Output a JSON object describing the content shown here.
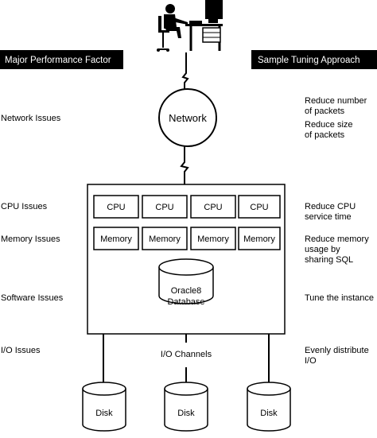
{
  "headers": {
    "left": "Major Performance Factor",
    "right": "Sample Tuning Approach"
  },
  "left_issues": [
    "Network Issues",
    "CPU Issues",
    "Memory Issues",
    "Software Issues",
    "I/O Issues"
  ],
  "right_approaches": {
    "network_1": [
      "Reduce number",
      "of packets"
    ],
    "network_2": [
      "Reduce size",
      "of packets"
    ],
    "cpu": [
      "Reduce CPU",
      "service time"
    ],
    "memory": [
      "Reduce memory",
      "usage by",
      "sharing SQL"
    ],
    "software": [
      "Tune the instance"
    ],
    "io": [
      "Evenly distribute",
      "I/O"
    ]
  },
  "network_label": "Network",
  "cpu_label": "CPU",
  "memory_label": "Memory",
  "database_label": [
    "Oracle8",
    "Database"
  ],
  "io_channels_label": "I/O Channels",
  "disk_label": "Disk",
  "icons": {
    "user": "user-at-workstation-icon"
  }
}
